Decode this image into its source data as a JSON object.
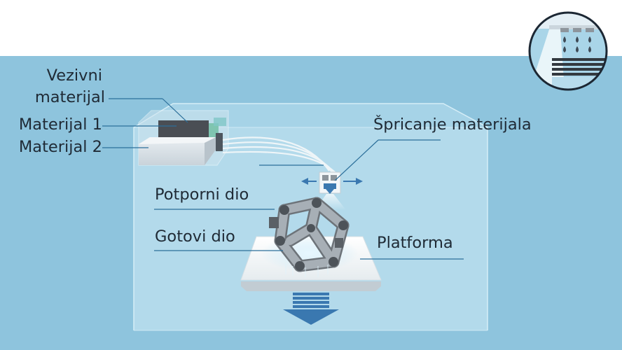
{
  "labels": {
    "binder_line1": "Vezivni",
    "binder_line2": "materijal",
    "material1": "Materijal 1",
    "material2": "Materijal 2",
    "spraying": "Špricanje materijala",
    "support_part": "Potporni dio",
    "finished_part": "Gotovi dio",
    "platform": "Platforma"
  },
  "colors": {
    "background_band": "#8ec4dd",
    "chamber": "#b3daeb",
    "leader_line": "#2c6f9a",
    "arrow": "#3a78b0",
    "text": "#1f2a35"
  },
  "icons": {
    "inset": "droplet-print-head-icon",
    "motion": "double-arrow-icon",
    "descend": "down-arrow-icon"
  }
}
